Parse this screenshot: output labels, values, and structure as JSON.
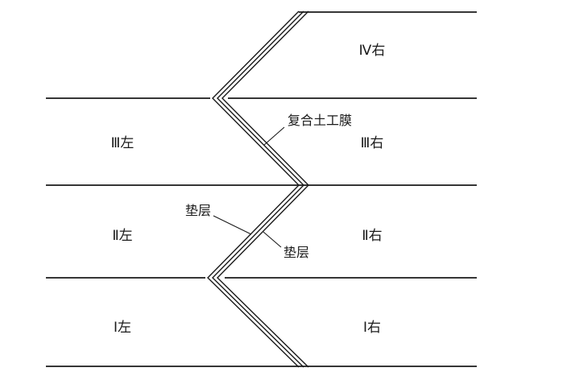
{
  "diagram": {
    "colors": {
      "line": "#1a1a1a",
      "background": "#ffffff"
    },
    "zones": {
      "iv_right": "Ⅳ右",
      "iii_left": "Ⅲ左",
      "iii_right": "Ⅲ右",
      "ii_left": "Ⅱ左",
      "ii_right": "Ⅱ右",
      "i_left": "Ⅰ左",
      "i_right": "Ⅰ右"
    },
    "annotations": {
      "geomembrane": "复合土工膜",
      "cushion_upper": "垫层",
      "cushion_lower": "垫层"
    }
  }
}
